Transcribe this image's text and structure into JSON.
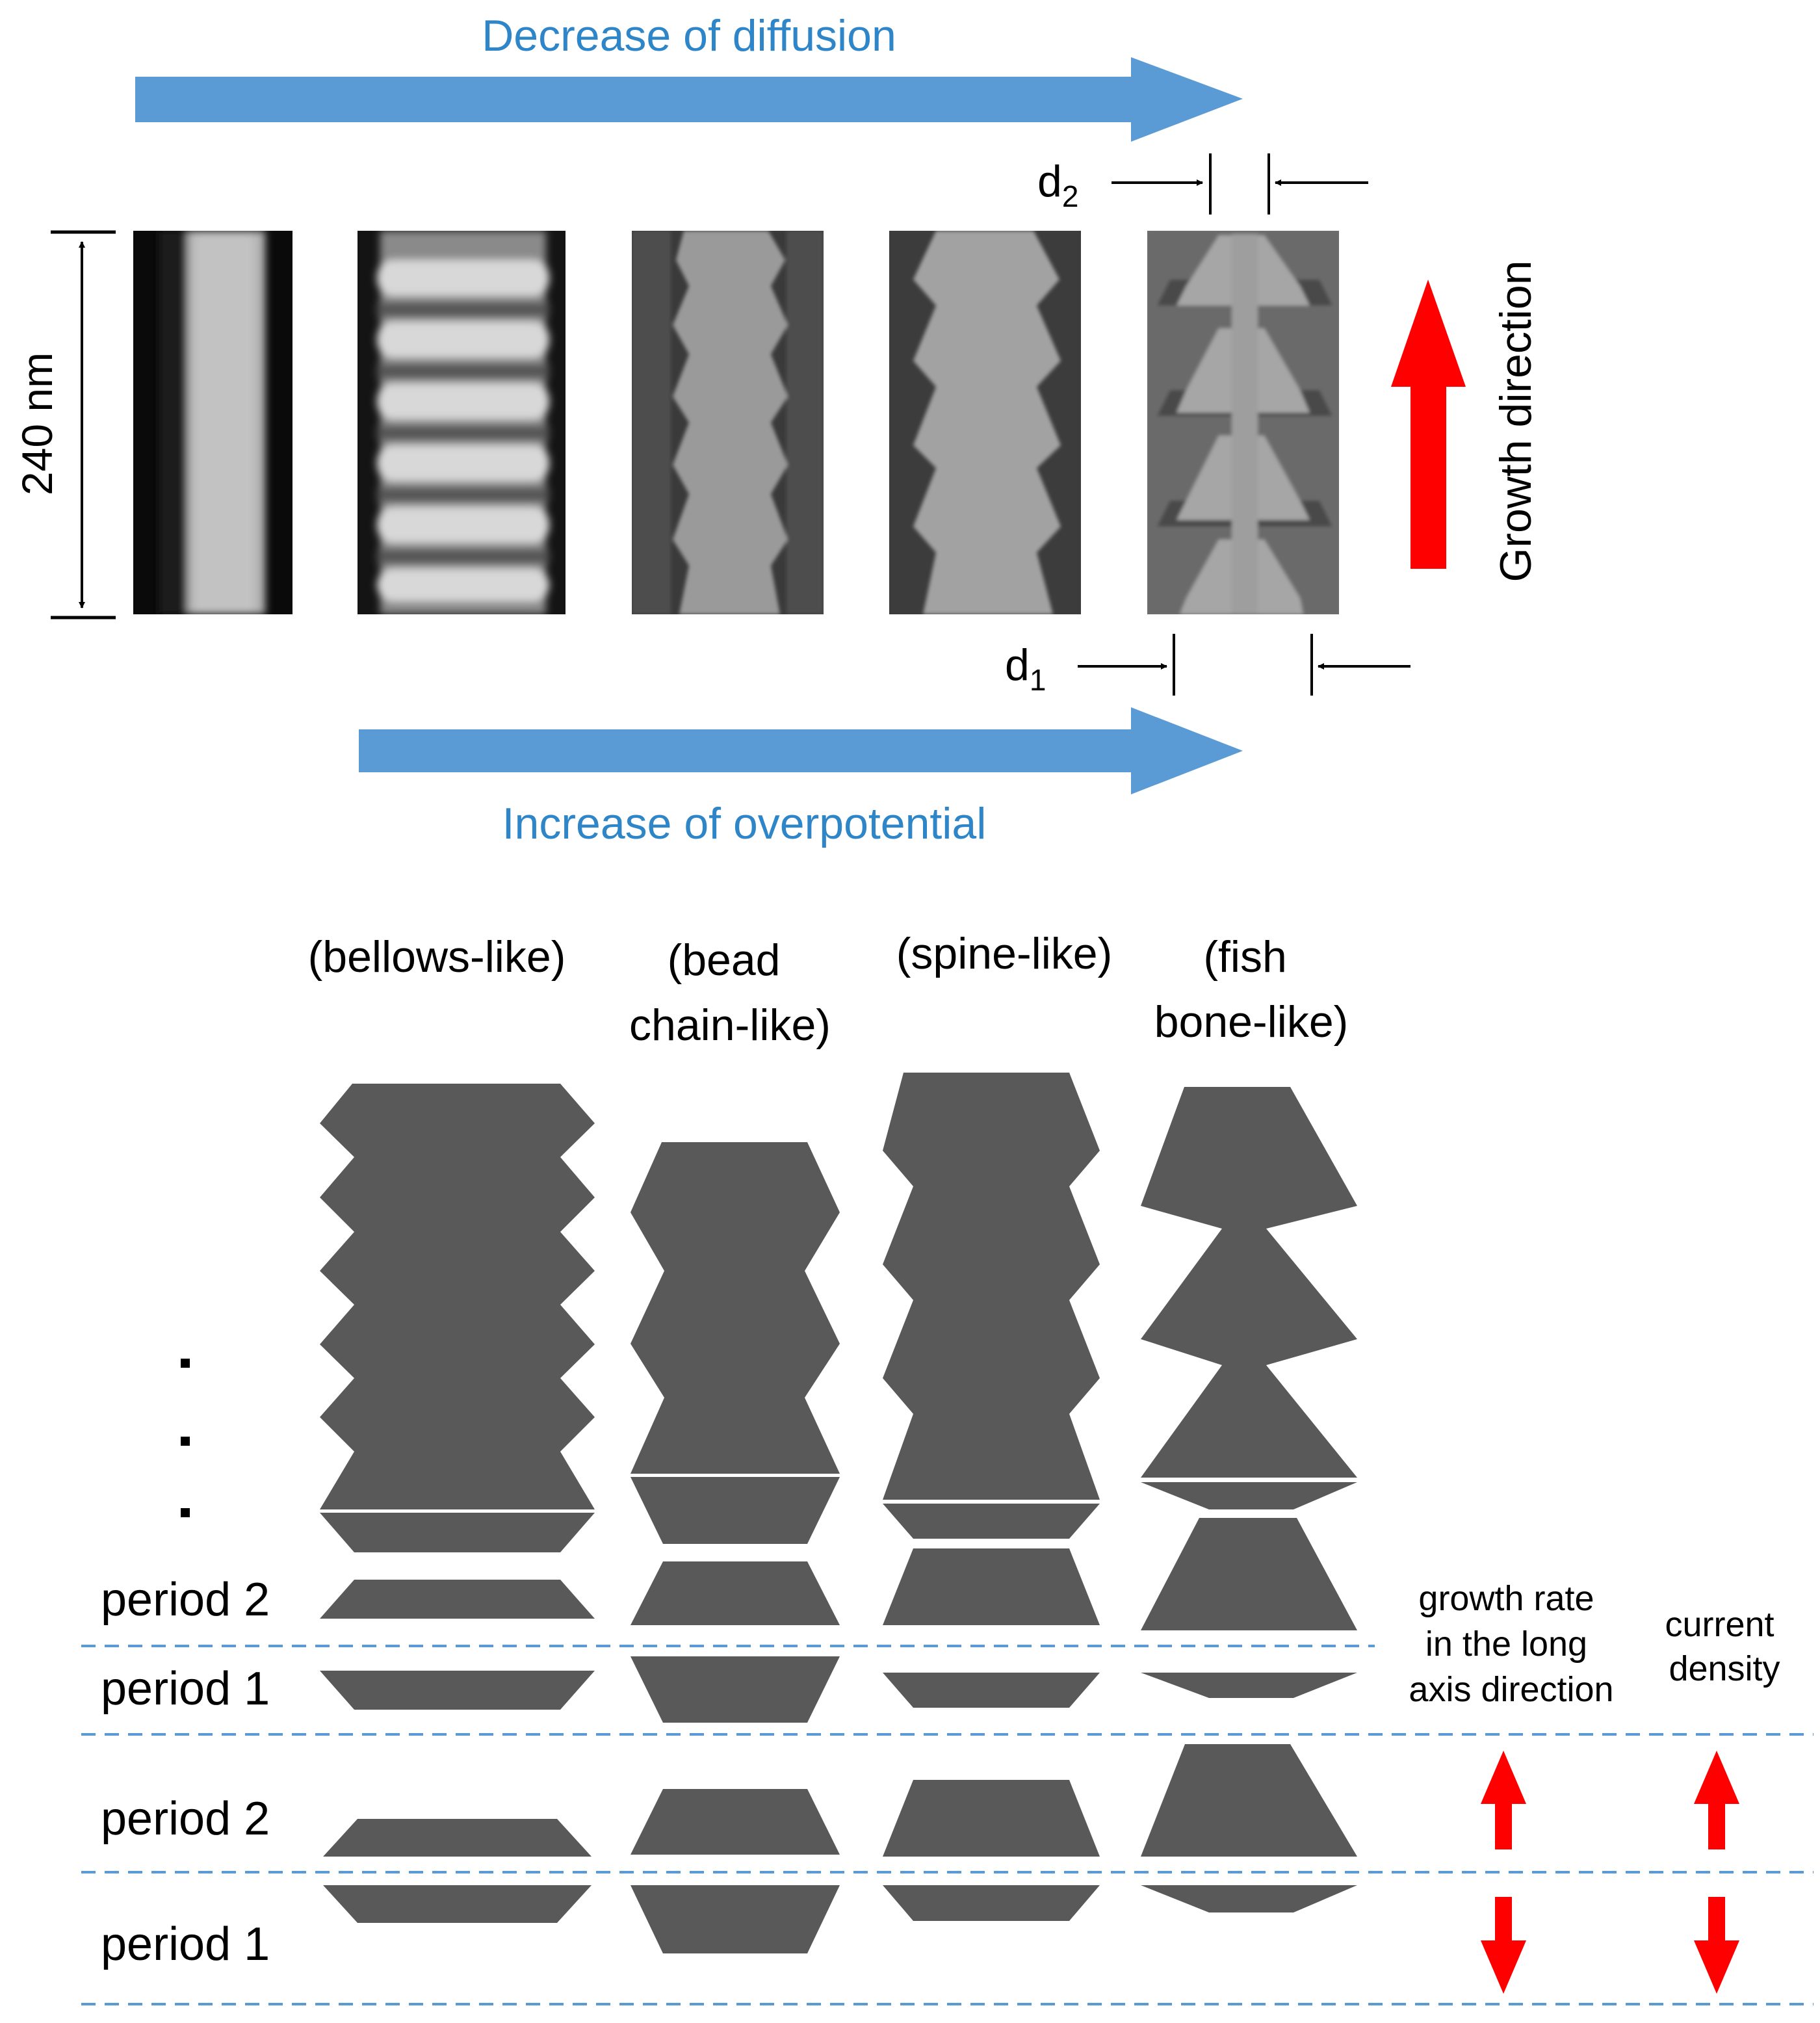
{
  "top": {
    "arrow_top_label": "Decrease of diffusion",
    "arrow_bottom_label": "Increase of overpotential",
    "scale_label": "240 nm",
    "d2_label": "d",
    "d2_sub": "2",
    "d1_label": "d",
    "d1_sub": "1",
    "growth_label": "Growth direction"
  },
  "columns": [
    {
      "label_lines": [
        "(bellows-like)"
      ]
    },
    {
      "label_lines": [
        "(bead",
        "chain-like)"
      ]
    },
    {
      "label_lines": [
        "(spine-like)"
      ]
    },
    {
      "label_lines": [
        "(fish",
        "bone-like)"
      ]
    }
  ],
  "rows": {
    "ellipsis": ".\n.\n.",
    "upper_period_2": "period 2",
    "upper_period_1": "period 1",
    "lower_period_2": "period 2",
    "lower_period_1": "period 1"
  },
  "legend": {
    "growth_rate_lines": [
      "growth rate",
      "in the long",
      "axis direction"
    ],
    "current_density_lines": [
      "current",
      "density"
    ]
  },
  "colors": {
    "blue_arrow": "#5b9bd5",
    "blue_text": "#2e86c8",
    "red_arrow": "#ff0000",
    "shape_fill": "#595959",
    "dashed_line": "#5b9bd5"
  },
  "icons": [
    "blue-right-arrow",
    "red-up-arrow",
    "red-down-arrow"
  ]
}
